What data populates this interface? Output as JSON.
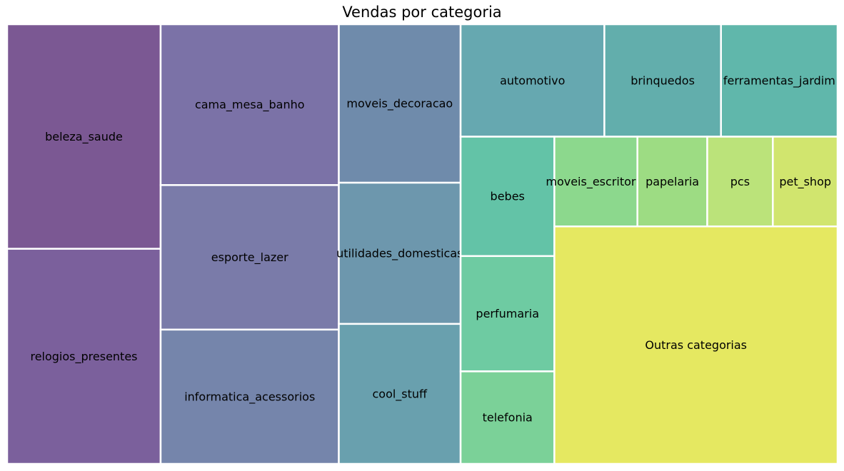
{
  "chart_data": {
    "type": "treemap",
    "title": "Vendas por categoria",
    "xlabel": "",
    "ylabel": "",
    "grid": false,
    "legend": "none",
    "series": [
      {
        "label": "beleza_saude",
        "value": 9.02,
        "color": "#7b5893"
      },
      {
        "label": "relogios_presentes",
        "value": 8.64,
        "color": "#7b609c"
      },
      {
        "label": "cama_mesa_banho",
        "value": 7.5,
        "color": "#7b72a7"
      },
      {
        "label": "esporte_lazer",
        "value": 6.74,
        "color": "#7a7ba9"
      },
      {
        "label": "informatica_acessorios",
        "value": 6.26,
        "color": "#7585ab"
      },
      {
        "label": "moveis_decoracao",
        "value": 5.05,
        "color": "#6f8bab"
      },
      {
        "label": "utilidades_domesticas",
        "value": 4.5,
        "color": "#6d97ad"
      },
      {
        "label": "cool_stuff",
        "value": 4.46,
        "color": "#69a0ae"
      },
      {
        "label": "automotivo",
        "value": 4.23,
        "color": "#66a8b0"
      },
      {
        "label": "brinquedos",
        "value": 3.43,
        "color": "#62aeac"
      },
      {
        "label": "ferramentas_jardim",
        "value": 3.43,
        "color": "#60b7ab"
      },
      {
        "label": "bebes",
        "value": 2.93,
        "color": "#63c3a7"
      },
      {
        "label": "perfumaria",
        "value": 2.83,
        "color": "#6ecba2"
      },
      {
        "label": "telefonia",
        "value": 2.27,
        "color": "#7bd198"
      },
      {
        "label": "moveis_escritorio",
        "value": 1.95,
        "color": "#8cd88d"
      },
      {
        "label": "papelaria",
        "value": 1.64,
        "color": "#9ddc83"
      },
      {
        "label": "pcs",
        "value": 1.54,
        "color": "#bbe37a"
      },
      {
        "label": "pet_shop",
        "value": 1.52,
        "color": "#d1e56e"
      },
      {
        "label": "Outras categorias",
        "value": 17.6,
        "color": "#e5e861"
      }
    ]
  }
}
